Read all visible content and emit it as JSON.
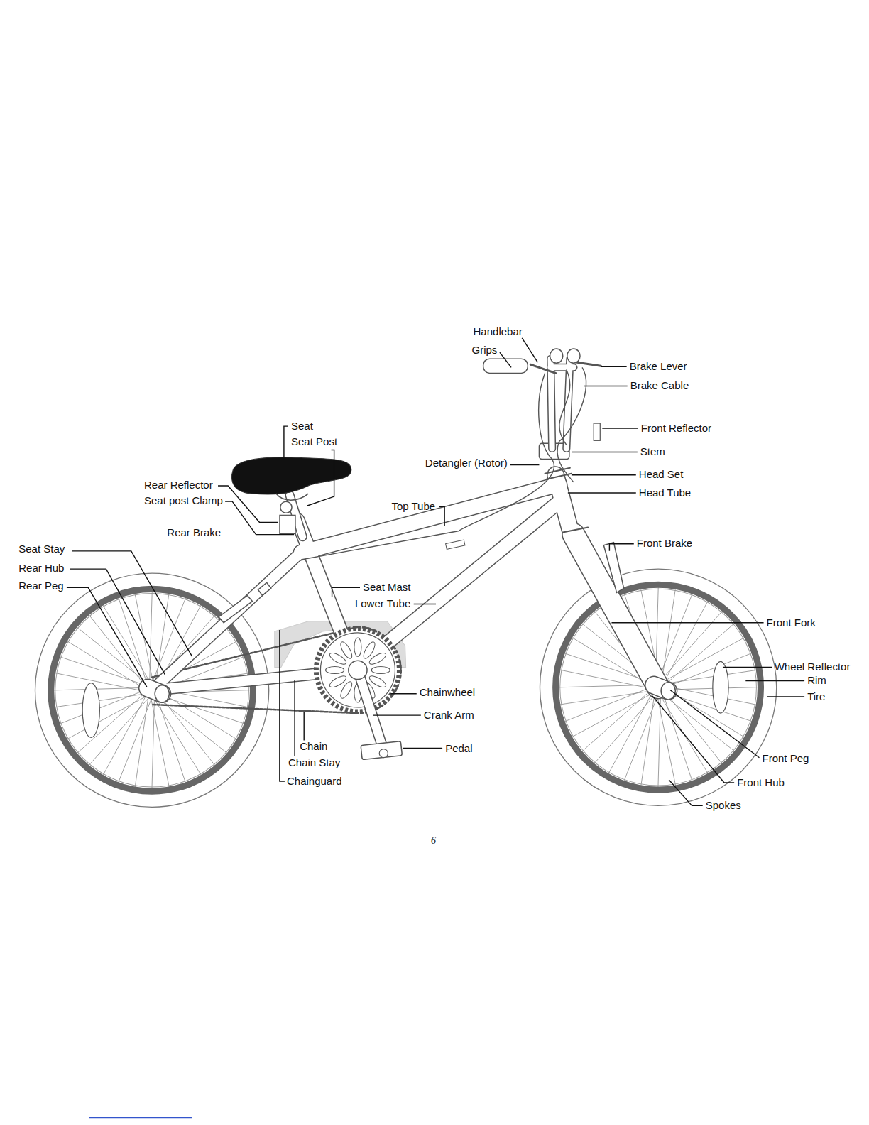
{
  "diagram": {
    "labels": [
      "Handlebar",
      "Grips",
      "Brake Lever",
      "Brake Cable",
      "Seat",
      "Front Reflector",
      "Seat Post",
      "Stem",
      "Detangler (Rotor)",
      "Head Set",
      "Rear Reflector",
      "Head Tube",
      "Seat post Clamp",
      "Top Tube",
      "Rear Brake",
      "Front Brake",
      "Seat Stay",
      "Rear Hub",
      "Rear Peg",
      "Seat Mast",
      "Lower Tube",
      "Front Fork",
      "Wheel Reflector",
      "Rim",
      "Chainwheel",
      "Tire",
      "Crank Arm",
      "Chain",
      "Pedal",
      "Front Peg",
      "Chain Stay",
      "Chainguard",
      "Front Hub",
      "Spokes",
      "6"
    ]
  }
}
